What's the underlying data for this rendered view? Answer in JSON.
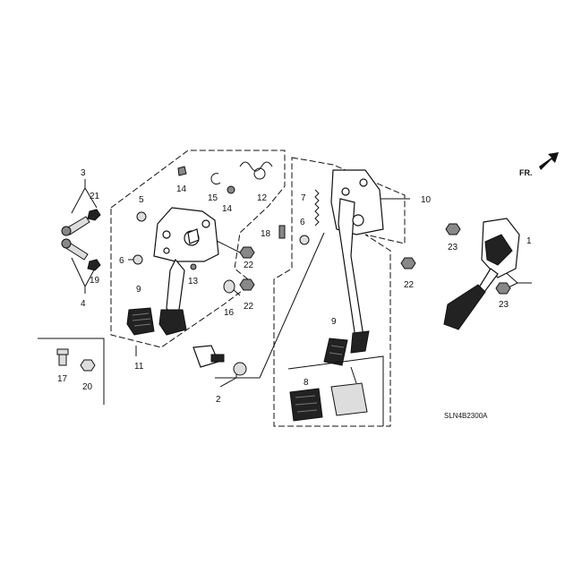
{
  "diagram": {
    "code": "SLN4B2300A",
    "direction": "FR."
  },
  "callouts": [
    {
      "id": "c1",
      "label": "1"
    },
    {
      "id": "c2",
      "label": "2"
    },
    {
      "id": "c3",
      "label": "3"
    },
    {
      "id": "c4",
      "label": "4"
    },
    {
      "id": "c5",
      "label": "5"
    },
    {
      "id": "c6a",
      "label": "6"
    },
    {
      "id": "c6b",
      "label": "6"
    },
    {
      "id": "c7",
      "label": "7"
    },
    {
      "id": "c8",
      "label": "8"
    },
    {
      "id": "c9a",
      "label": "9"
    },
    {
      "id": "c9b",
      "label": "9"
    },
    {
      "id": "c10",
      "label": "10"
    },
    {
      "id": "c11",
      "label": "11"
    },
    {
      "id": "c12",
      "label": "12"
    },
    {
      "id": "c13",
      "label": "13"
    },
    {
      "id": "c14a",
      "label": "14"
    },
    {
      "id": "c14b",
      "label": "14"
    },
    {
      "id": "c15",
      "label": "15"
    },
    {
      "id": "c16",
      "label": "16"
    },
    {
      "id": "c17",
      "label": "17"
    },
    {
      "id": "c18",
      "label": "18"
    },
    {
      "id": "c19",
      "label": "19"
    },
    {
      "id": "c20",
      "label": "20"
    },
    {
      "id": "c21",
      "label": "21"
    },
    {
      "id": "c22a",
      "label": "22"
    },
    {
      "id": "c22b",
      "label": "22"
    },
    {
      "id": "c22c",
      "label": "22"
    },
    {
      "id": "c23a",
      "label": "23"
    },
    {
      "id": "c23b",
      "label": "23"
    }
  ]
}
